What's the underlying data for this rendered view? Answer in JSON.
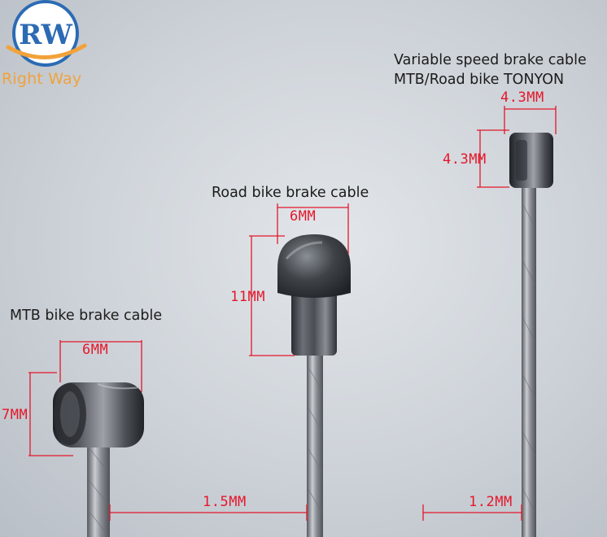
{
  "logo": {
    "monogram": "RW",
    "wordmark": "Right Way",
    "colors": {
      "ring": "#2c6bb4",
      "letters": "#2c6bb4",
      "swoosh": "#f2a23a",
      "wordmark": "#f2a23a"
    }
  },
  "products": [
    {
      "title": "MTB bike brake cable",
      "width_label": "6MM",
      "height_label": "7MM",
      "cable_label": "1.5MM"
    },
    {
      "title": "Road bike brake cable",
      "width_label": "6MM",
      "height_label": "11MM"
    },
    {
      "title_line1": "Variable speed brake cable",
      "title_line2": "MTB/Road bike TONYON",
      "width_label": "4.3MM",
      "height_label": "4.3MM",
      "cable_label": "1.2MM"
    }
  ],
  "colors": {
    "dimension": "#e4172a",
    "text": "#1b1b1b"
  }
}
